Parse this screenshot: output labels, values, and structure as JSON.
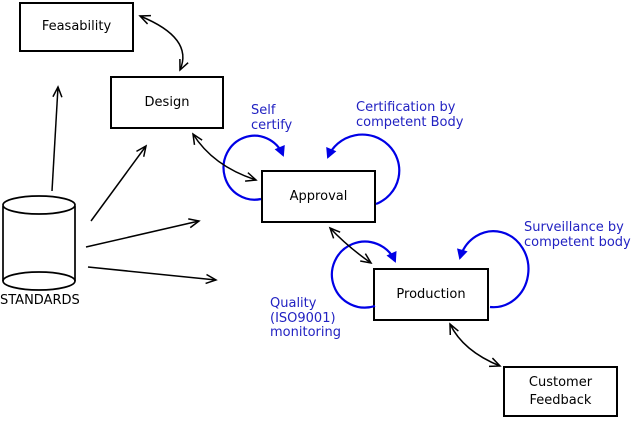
{
  "diagram": {
    "type": "flow-diagram",
    "background": "#ffffff",
    "colors": {
      "line_black": "#000000",
      "loop_blue": "#0000e6",
      "annotation_blue": "#2222c2"
    },
    "nodes": [
      {
        "id": "feasability",
        "shape": "rect",
        "label": "Feasability"
      },
      {
        "id": "design",
        "shape": "rect",
        "label": "Design"
      },
      {
        "id": "approval",
        "shape": "rect",
        "label": "Approval"
      },
      {
        "id": "production",
        "shape": "rect",
        "label": "Production"
      },
      {
        "id": "customer-feedback",
        "shape": "rect",
        "label": "Customer\nFeedback"
      },
      {
        "id": "standards",
        "shape": "cylinder",
        "label": "STANDARDS"
      }
    ],
    "annotations": [
      {
        "id": "self-certify",
        "label": "Self\ncertify",
        "attached_to": "approval",
        "side": "left"
      },
      {
        "id": "certification",
        "label": "Certification by\ncompetent Body",
        "attached_to": "approval",
        "side": "right"
      },
      {
        "id": "surveillance",
        "label": "Surveillance by\ncompetent body",
        "attached_to": "production",
        "side": "right"
      },
      {
        "id": "quality-monitoring",
        "label": "Quality\n(ISO9001)\nmonitoring",
        "attached_to": "production",
        "side": "left"
      }
    ],
    "edges": [
      {
        "from": "feasability",
        "to": "design",
        "style": "curved",
        "bidirectional": true,
        "color": "black"
      },
      {
        "from": "design",
        "to": "approval",
        "style": "curved",
        "bidirectional": true,
        "color": "black"
      },
      {
        "from": "approval",
        "to": "production",
        "style": "straight",
        "bidirectional": true,
        "color": "black"
      },
      {
        "from": "production",
        "to": "customer-feedback",
        "style": "curved",
        "bidirectional": true,
        "color": "black"
      },
      {
        "from": "standards",
        "to": "feasability",
        "style": "straight",
        "bidirectional": false,
        "color": "black"
      },
      {
        "from": "standards",
        "to": "design",
        "style": "straight",
        "bidirectional": false,
        "color": "black"
      },
      {
        "from": "standards",
        "to": "approval",
        "style": "straight",
        "bidirectional": false,
        "color": "black"
      },
      {
        "from": "standards",
        "to": "production",
        "style": "straight",
        "bidirectional": false,
        "color": "black"
      },
      {
        "node": "approval",
        "style": "self-loop",
        "side": "left",
        "color": "blue",
        "label": "Self certify"
      },
      {
        "node": "approval",
        "style": "self-loop",
        "side": "right",
        "color": "blue",
        "label": "Certification by competent Body"
      },
      {
        "node": "production",
        "style": "self-loop",
        "side": "left",
        "color": "blue",
        "label": "Quality (ISO9001) monitoring"
      },
      {
        "node": "production",
        "style": "self-loop",
        "side": "right",
        "color": "blue",
        "label": "Surveillance by competent body"
      }
    ]
  }
}
